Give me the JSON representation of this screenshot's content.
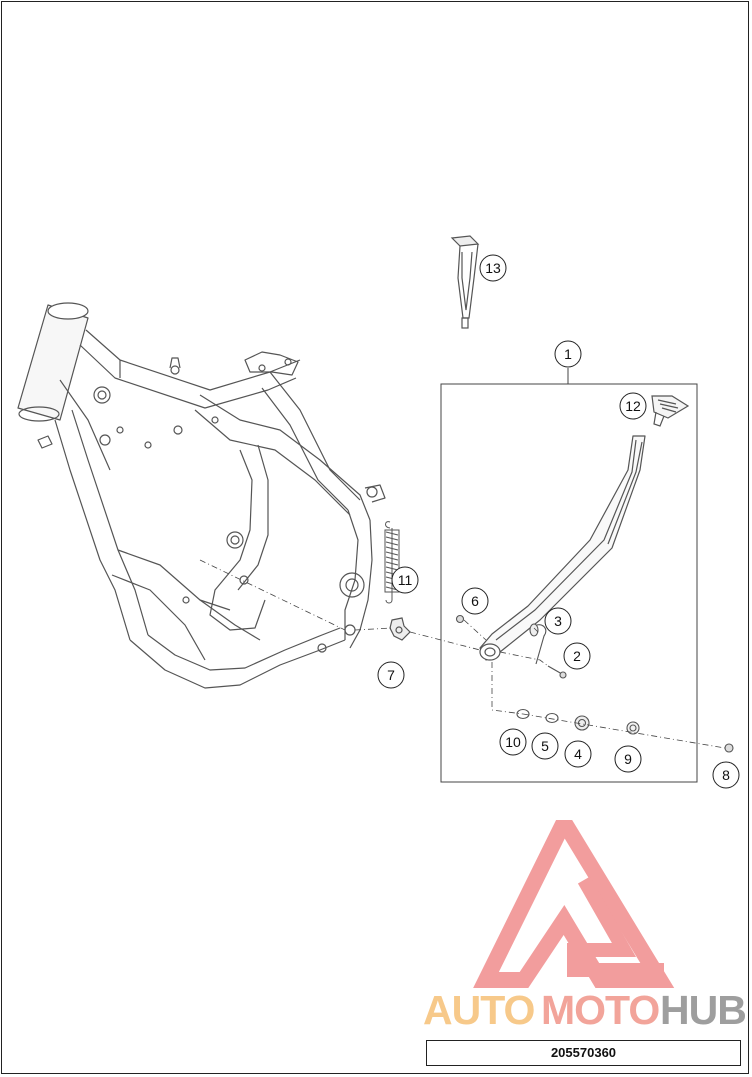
{
  "diagram": {
    "callouts": [
      "1",
      "2",
      "3",
      "4",
      "5",
      "6",
      "7",
      "8",
      "9",
      "10",
      "11",
      "12",
      "13"
    ]
  },
  "footer": {
    "part_number": "205570360"
  },
  "watermark": {
    "brand_part1": "AUTO",
    "brand_part2": "MOTO",
    "brand_part3": "HUB",
    "color_part1": "#f7c98a",
    "color_part2": "#f2a49a",
    "color_part3": "#9e9e9e",
    "logo_color": "#f08c8c"
  }
}
